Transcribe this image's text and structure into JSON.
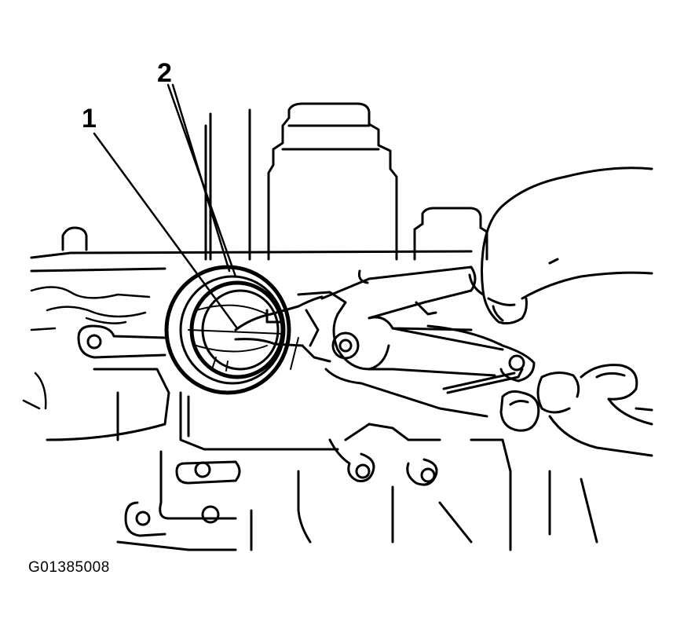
{
  "callouts": [
    {
      "label": "1"
    },
    {
      "label": "2"
    }
  ],
  "figure_code": "G01385008",
  "colors": {
    "ink": "#000000",
    "paper": "#ffffff"
  }
}
